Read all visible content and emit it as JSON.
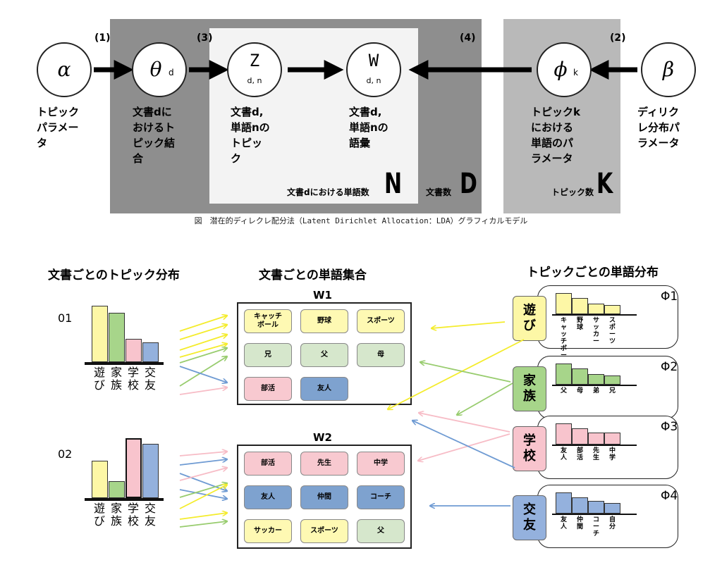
{
  "colors": {
    "yellow": "#fdf7a6",
    "green": "#a7d58a",
    "pink": "#f8c4cd",
    "blue": "#94b1dd",
    "chip_yellow": "#fef9b3",
    "chip_green": "#d6e7cc",
    "chip_pink": "#f8c9d0",
    "chip_blue": "#7ea2cf",
    "plate_dark": "#8e8e8e",
    "plate_light": "#b9b9b9",
    "plate_inner": "#f2f2f2"
  },
  "top": {
    "nodes": [
      {
        "sym": "α",
        "sub": "",
        "label": "トピック\nパラメー\nタ"
      },
      {
        "sym": "θ",
        "sub": "d",
        "label": "文書dに\nおけるト\nピック結\n合"
      },
      {
        "sym": "Z",
        "sub": "d, n",
        "label": "文書d,\n単語nの\nトピッ\nク"
      },
      {
        "sym": "W",
        "sub": "d, n",
        "label": "文書d,\n単語nの\n語彙"
      },
      {
        "sym": "ϕ",
        "sub": "k",
        "label": "トピックk\nにおける\n単語のパ\nラメータ"
      },
      {
        "sym": "β",
        "sub": "",
        "label": "ディリク\nレ分布パ\nラメータ"
      }
    ],
    "arrow_labels": [
      "(1)",
      "(3)",
      "(4)",
      "(2)"
    ],
    "plates": [
      {
        "caption": "文書dにおける単語数",
        "letter": "N"
      },
      {
        "caption": "文書数",
        "letter": "D"
      },
      {
        "caption": "トピック数",
        "letter": "K"
      }
    ],
    "caption": "図　潜在的ディレクレ配分法（Latent Dirichlet Allocation：LDA）グラフィカルモデル"
  },
  "bottom": {
    "headings": [
      "文書ごとのトピック分布",
      "文書ごとの単語集合",
      "トピックごとの単語分布"
    ],
    "docs": [
      {
        "id": "01",
        "chart_data": {
          "type": "bar",
          "categories": [
            "遊び",
            "家族",
            "学校",
            "交友"
          ],
          "values": [
            1.0,
            0.88,
            0.41,
            0.35
          ],
          "ylim": [
            0,
            1
          ]
        }
      },
      {
        "id": "02",
        "chart_data": {
          "type": "bar",
          "categories": [
            "遊び",
            "家族",
            "学校",
            "交友"
          ],
          "values": [
            0.62,
            0.28,
            1.0,
            0.9
          ],
          "ylim": [
            0,
            1
          ]
        }
      }
    ],
    "word_sets": [
      {
        "title": "W1",
        "words": [
          {
            "text": "キャッチ\nボール",
            "color": "yellow"
          },
          {
            "text": "野球",
            "color": "yellow"
          },
          {
            "text": "スポーツ",
            "color": "yellow"
          },
          {
            "text": "兄",
            "color": "green"
          },
          {
            "text": "父",
            "color": "green"
          },
          {
            "text": "母",
            "color": "green"
          },
          {
            "text": "部活",
            "color": "pink"
          },
          {
            "text": "友人",
            "color": "blue"
          }
        ]
      },
      {
        "title": "W2",
        "words": [
          {
            "text": "部活",
            "color": "pink"
          },
          {
            "text": "先生",
            "color": "pink"
          },
          {
            "text": "中学",
            "color": "pink"
          },
          {
            "text": "友人",
            "color": "blue"
          },
          {
            "text": "仲間",
            "color": "blue"
          },
          {
            "text": "コーチ",
            "color": "blue"
          },
          {
            "text": "サッカー",
            "color": "yellow"
          },
          {
            "text": "スポーツ",
            "color": "yellow"
          },
          {
            "text": "父",
            "color": "green"
          }
        ]
      }
    ],
    "topics": [
      {
        "name": "遊\nび",
        "phi": "Φ1",
        "color": "yellow",
        "chart_data": {
          "type": "bar",
          "categories": [
            "キャッチボール",
            "野球",
            "サッカー",
            "スポーツ"
          ],
          "values": [
            1.0,
            0.78,
            0.5,
            0.42
          ],
          "ylim": [
            0,
            1
          ]
        }
      },
      {
        "name": "家\n族",
        "phi": "Φ2",
        "color": "green",
        "chart_data": {
          "type": "bar",
          "categories": [
            "父",
            "母",
            "弟",
            "兄"
          ],
          "values": [
            1.0,
            0.78,
            0.5,
            0.42
          ],
          "ylim": [
            0,
            1
          ]
        }
      },
      {
        "name": "学\n校",
        "phi": "Φ3",
        "color": "pink",
        "chart_data": {
          "type": "bar",
          "categories": [
            "友人",
            "部活",
            "先生",
            "中学"
          ],
          "values": [
            1.0,
            0.78,
            0.55,
            0.55
          ],
          "ylim": [
            0,
            1
          ]
        }
      },
      {
        "name": "交\n友",
        "phi": "Φ4",
        "color": "blue",
        "chart_data": {
          "type": "bar",
          "categories": [
            "友人",
            "仲間",
            "コーチ",
            "自分"
          ],
          "values": [
            1.0,
            0.78,
            0.6,
            0.5
          ],
          "ylim": [
            0,
            1
          ]
        }
      }
    ]
  }
}
